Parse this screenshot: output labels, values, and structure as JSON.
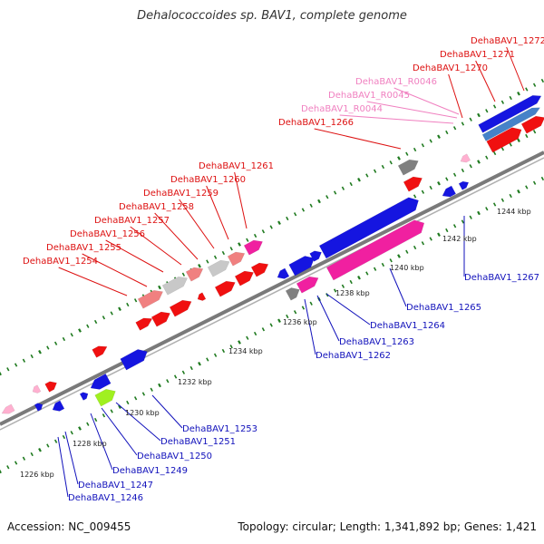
{
  "title": "Dehalococcoides sp. BAV1, complete genome",
  "footer": {
    "accession": "Accession: NC_009455",
    "summary": "Topology: circular; Length: 1,341,892 bp; Genes: 1,421"
  },
  "colors": {
    "backbone": "#888888",
    "tick": "#1f7a1f",
    "blue_gene": "#1515e0",
    "red_gene": "#f01010",
    "pink_gene": "#f020a0",
    "grey_gene": "#808080",
    "light_grey_gene": "#c8c8c8",
    "salmon_gene": "#f08080",
    "green_gene": "#a0f020",
    "steel_gene": "#4682c8",
    "light_pink_gene": "#ffb0d0",
    "upper_label": "#dd1111",
    "rna_label": "#f080c0",
    "lower_label": "#1111bb"
  },
  "kbp_ticks": [
    "1226 kbp",
    "1228 kbp",
    "1230 kbp",
    "1232 kbp",
    "1234 kbp",
    "1236 kbp",
    "1238 kbp",
    "1240 kbp",
    "1242 kbp",
    "1244 kbp"
  ],
  "upper_labels": [
    {
      "text": "DehaBAV1_1254",
      "kind": "gene"
    },
    {
      "text": "DehaBAV1_1255",
      "kind": "gene"
    },
    {
      "text": "DehaBAV1_1256",
      "kind": "gene"
    },
    {
      "text": "DehaBAV1_1257",
      "kind": "gene"
    },
    {
      "text": "DehaBAV1_1258",
      "kind": "gene"
    },
    {
      "text": "DehaBAV1_1259",
      "kind": "gene"
    },
    {
      "text": "DehaBAV1_1260",
      "kind": "gene"
    },
    {
      "text": "DehaBAV1_1261",
      "kind": "gene"
    },
    {
      "text": "DehaBAV1_1266",
      "kind": "gene"
    },
    {
      "text": "DehaBAV1_R0044",
      "kind": "rna"
    },
    {
      "text": "DehaBAV1_R0045",
      "kind": "rna"
    },
    {
      "text": "DehaBAV1_R0046",
      "kind": "rna"
    },
    {
      "text": "DehaBAV1_1270",
      "kind": "gene"
    },
    {
      "text": "DehaBAV1_1271",
      "kind": "gene"
    },
    {
      "text": "DehaBAV1_1272",
      "kind": "gene"
    }
  ],
  "lower_labels": [
    {
      "text": "DehaBAV1_1246"
    },
    {
      "text": "DehaBAV1_1247"
    },
    {
      "text": "DehaBAV1_1249"
    },
    {
      "text": "DehaBAV1_1250"
    },
    {
      "text": "DehaBAV1_1251"
    },
    {
      "text": "DehaBAV1_1253"
    },
    {
      "text": "DehaBAV1_1262"
    },
    {
      "text": "DehaBAV1_1263"
    },
    {
      "text": "DehaBAV1_1264"
    },
    {
      "text": "DehaBAV1_1265"
    },
    {
      "text": "DehaBAV1_1267"
    }
  ]
}
